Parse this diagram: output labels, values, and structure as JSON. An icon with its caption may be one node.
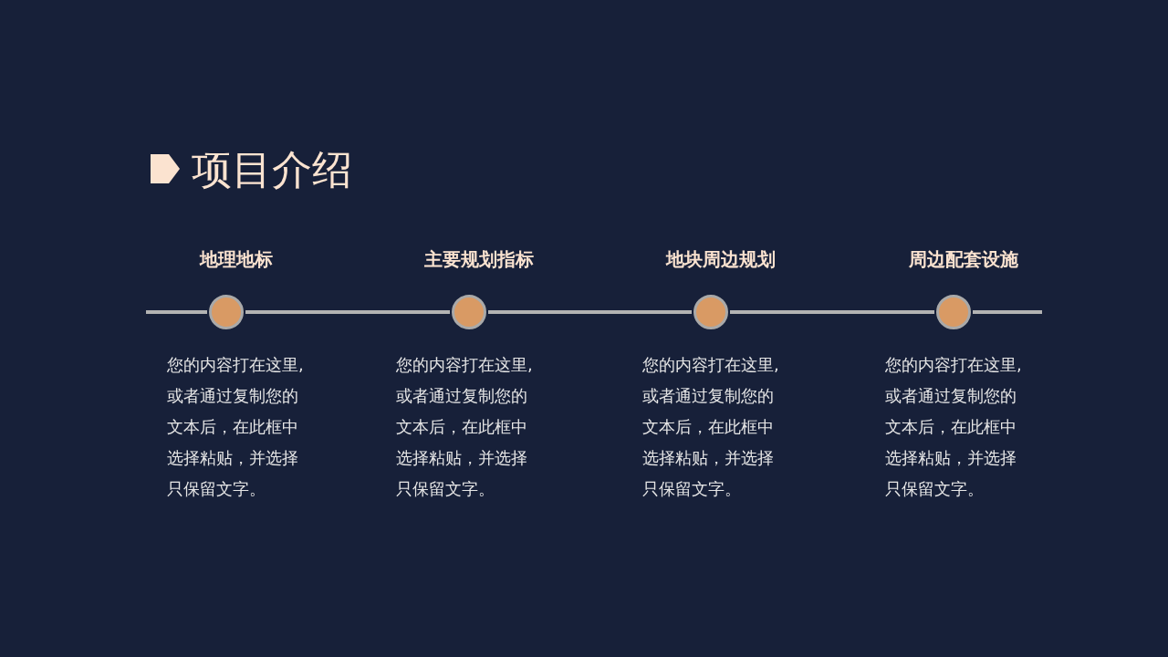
{
  "diagram": {
    "title": "项目介绍",
    "nodes": [
      {
        "text": [],
        "shape": "circle",
        "beside": [
          "地理地标",
          "您的内容打在这里,或者通过复制您的文本后，在此框中选择粘贴，并选择只保留文字。"
        ]
      },
      {
        "text": [],
        "shape": "circle",
        "beside": [
          "主要规划指标",
          "您的内容打在这里,或者通过复制您的文本后，在此框中选择粘贴，并选择只保留文字。"
        ]
      },
      {
        "text": [],
        "shape": "circle",
        "beside": [
          "地块周边规划",
          "您的内容打在这里,或者通过复制您的文本后，在此框中选择粘贴，并选择只保留文字。"
        ]
      },
      {
        "text": [],
        "shape": "circle",
        "beside": [
          "周边配套设施",
          "您的内容打在这里,或者通过复制您的文本后，在此框中选择粘贴，并选择只保留文字。"
        ]
      }
    ],
    "edges": [
      {
        "from": null,
        "to": 0,
        "arrow": "none"
      },
      {
        "from": 0,
        "to": 1,
        "arrow": "none"
      },
      {
        "from": 1,
        "to": 2,
        "arrow": "none"
      },
      {
        "from": 2,
        "to": 3,
        "arrow": "none"
      },
      {
        "from": 3,
        "to": null,
        "arrow": "none"
      }
    ]
  }
}
